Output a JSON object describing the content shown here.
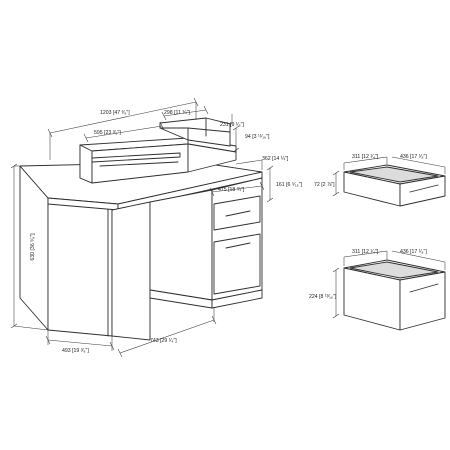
{
  "drawing": {
    "desk": {
      "width_overall": "1203 [47 ³⁄₈\"]",
      "hutch_shelf_width": "595 [23 ³⁄₈\"]",
      "hutch_depth": "298 [11 ¾\"]",
      "hutch_upper_depth": "231 [9 ¹⁄₈\"]",
      "hutch_height": "94 [3 ¹¹⁄₁₆\"]",
      "top_depth": "362 [14 ¼\"]",
      "drawer_width_opening": "475 [18 ¾\"]",
      "cabinet_height": "161 [6 ⁵⁄₁₆\"]",
      "height_overall": "630 [36 ⁵⁄₈\"]",
      "depth_overall": "493 [19 ³⁄₈\"]",
      "cabinet_width": "743 [29 ¹⁄₄\"]"
    },
    "small_drawer": {
      "depth": "311 [12 ¹⁄₄\"]",
      "width": "436 [17 ¹⁄₈\"]",
      "height": "72 [2 ⅞\"]"
    },
    "large_drawer": {
      "depth": "311 [12 ¹⁄₄\"]",
      "width": "436 [17 ¹⁄₈\"]",
      "height": "224 [8 ¹³⁄₁₆\"]"
    }
  }
}
